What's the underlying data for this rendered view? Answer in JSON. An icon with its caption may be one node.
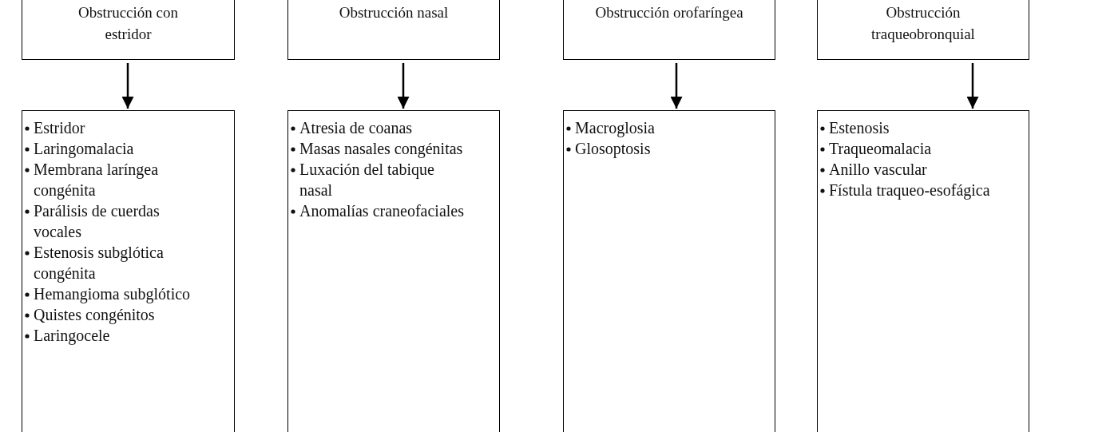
{
  "diagram": {
    "nodes": [
      {
        "text": [
          "Obstrucción con estridor"
        ]
      },
      {
        "text": [
          "Obstrucción nasal"
        ]
      },
      {
        "text": [
          "Obstrucción orofaríngea"
        ]
      },
      {
        "text": [
          "Obstrucción traqueobronquial"
        ]
      },
      {
        "text": [
          "Estridor",
          "Laringomalacia",
          "Membrana laríngea congénita",
          "Parálisis de cuerdas vocales",
          "Estenosis subglótica congénita",
          "Hemangioma subglótico",
          "Quistes congénitos",
          "Laringocele"
        ]
      },
      {
        "text": [
          "Atresia de coanas",
          "Masas nasales congénitas",
          "Luxación del tabique nasal",
          "Anomalías craneofaciales"
        ]
      },
      {
        "text": [
          "Macroglosia",
          "Glosoptosis"
        ]
      },
      {
        "text": [
          "Estenosis",
          "Traqueomalacia",
          "Anillo vascular",
          "Fístula traqueo-esofágica"
        ]
      }
    ],
    "edges": [
      {
        "from": 0,
        "to": 4,
        "arrow": "to"
      },
      {
        "from": 1,
        "to": 5,
        "arrow": "to"
      },
      {
        "from": 2,
        "to": 6,
        "arrow": "to"
      },
      {
        "from": 3,
        "to": 7,
        "arrow": "to"
      }
    ]
  }
}
